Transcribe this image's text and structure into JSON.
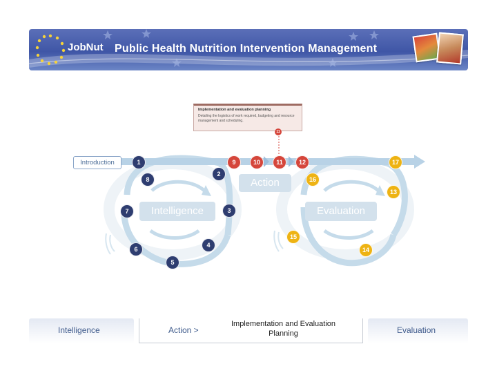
{
  "header": {
    "logo": "JobNut",
    "title": "Public Health Nutrition Intervention Management"
  },
  "callout": {
    "title": "Implementation and evaluation planning",
    "body": "Detailing the logistics of work required, budgeting and resource management and scheduling.",
    "step": "11"
  },
  "diagram": {
    "introduction": "Introduction",
    "phases": {
      "intelligence": "Intelligence",
      "action": "Action",
      "evaluation": "Evaluation"
    },
    "steps": [
      "1",
      "2",
      "3",
      "4",
      "5",
      "6",
      "7",
      "8",
      "9",
      "10",
      "11",
      "12",
      "13",
      "14",
      "15",
      "16",
      "17"
    ]
  },
  "nav": {
    "intelligence": "Intelligence",
    "action": "Action >",
    "planning": "Implementation and Evaluation Planning",
    "evaluation": "Evaluation"
  },
  "colors": {
    "navy": "#2e3d70",
    "red": "#d5463b",
    "gold": "#eeb313",
    "cycle": "#c5dbea"
  },
  "icons": [
    "eu-star-logo-icon",
    "arrow-icon"
  ]
}
